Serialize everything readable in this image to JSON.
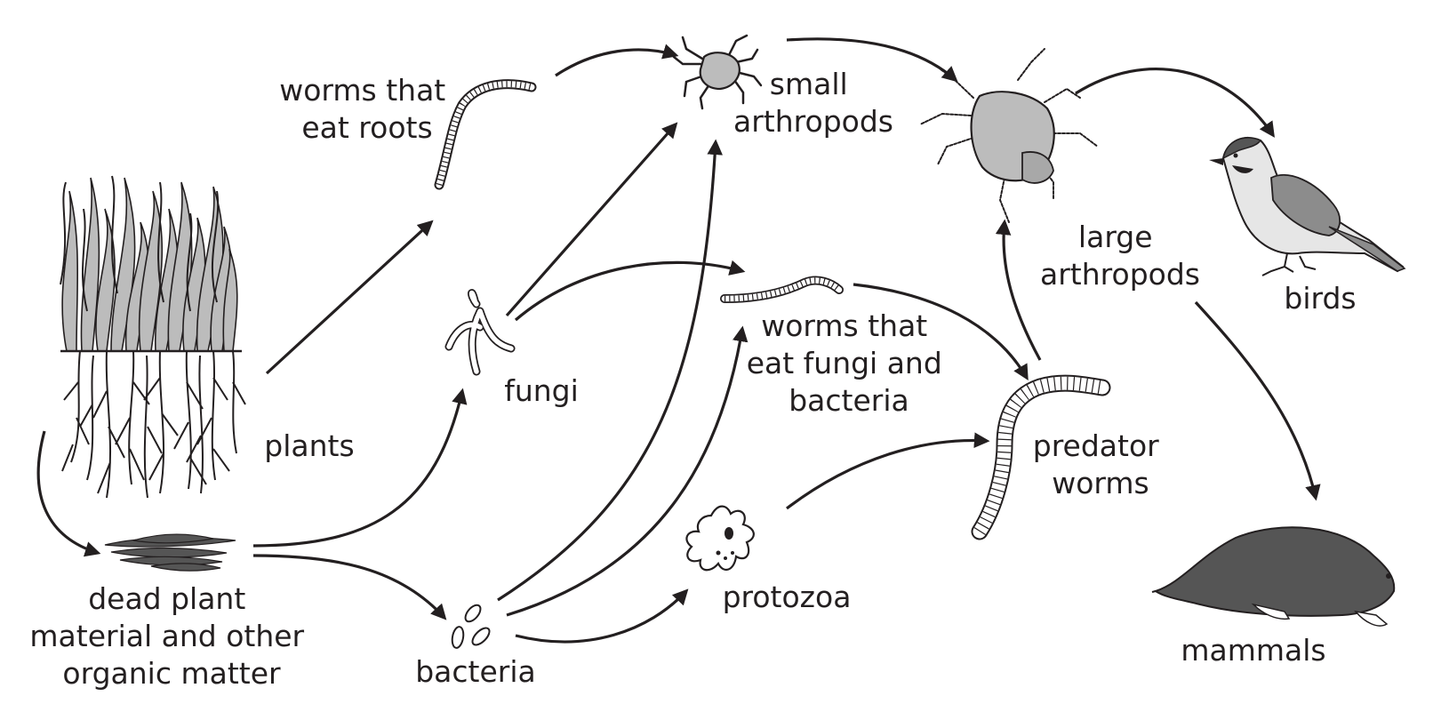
{
  "nodes": {
    "plants": {
      "lines": [
        "plants"
      ]
    },
    "dead_plant": {
      "lines": [
        "dead plant",
        "material and other",
        "organic matter"
      ]
    },
    "worms_roots": {
      "lines": [
        "worms that",
        "eat roots"
      ]
    },
    "fungi": {
      "lines": [
        "fungi"
      ]
    },
    "bacteria": {
      "lines": [
        "bacteria"
      ]
    },
    "small_arthropods": {
      "lines": [
        "small",
        "arthropods"
      ]
    },
    "worms_fungi": {
      "lines": [
        "worms that",
        "eat fungi and",
        "bacteria"
      ]
    },
    "protozoa": {
      "lines": [
        "protozoa"
      ]
    },
    "large_arthropods": {
      "lines": [
        "large",
        "arthropods"
      ]
    },
    "predator_worms": {
      "lines": [
        "predator",
        "worms"
      ]
    },
    "birds": {
      "lines": [
        "birds"
      ]
    },
    "mammals": {
      "lines": [
        "mammals"
      ]
    }
  },
  "edges": [
    {
      "from": "plants",
      "to": "dead_plant"
    },
    {
      "from": "plants",
      "to": "worms_roots"
    },
    {
      "from": "dead_plant",
      "to": "fungi"
    },
    {
      "from": "dead_plant",
      "to": "bacteria"
    },
    {
      "from": "worms_roots",
      "to": "small_arthropods"
    },
    {
      "from": "fungi",
      "to": "small_arthropods"
    },
    {
      "from": "fungi",
      "to": "worms_fungi"
    },
    {
      "from": "bacteria",
      "to": "small_arthropods"
    },
    {
      "from": "bacteria",
      "to": "worms_fungi"
    },
    {
      "from": "bacteria",
      "to": "protozoa"
    },
    {
      "from": "small_arthropods",
      "to": "large_arthropods"
    },
    {
      "from": "worms_fungi",
      "to": "predator_worms"
    },
    {
      "from": "protozoa",
      "to": "predator_worms"
    },
    {
      "from": "predator_worms",
      "to": "large_arthropods"
    },
    {
      "from": "large_arthropods",
      "to": "birds"
    },
    {
      "from": "large_arthropods",
      "to": "mammals"
    }
  ],
  "colors": {
    "ink": "#231f20",
    "light_gray": "#bcbcbc",
    "mid_gray": "#8c8c8c",
    "dark_gray": "#555555"
  }
}
